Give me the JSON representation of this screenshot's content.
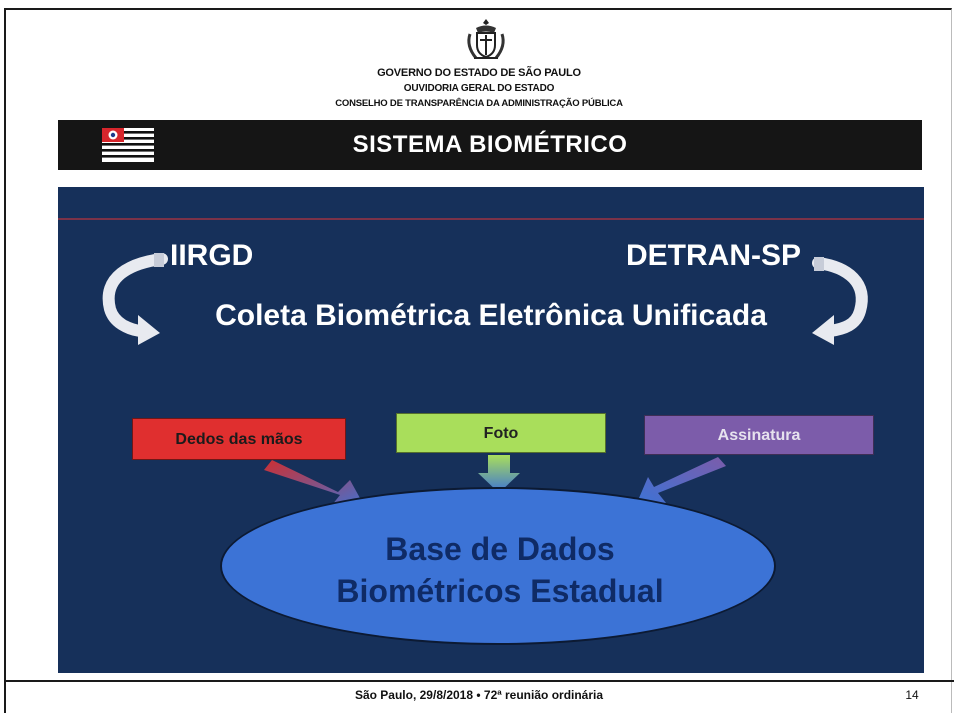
{
  "header": {
    "line1": "GOVERNO DO ESTADO DE SÃO PAULO",
    "line2": "OUVIDORIA GERAL DO ESTADO",
    "line3": "CONSELHO DE TRANSPARÊNCIA DA ADMINISTRAÇÃO PÚBLICA",
    "coat_of_arms_icon": "sao-paulo-coat-of-arms-icon"
  },
  "banner": {
    "title": "SISTEMA BIOMÉTRICO",
    "flag_icon": "sao-paulo-flag-icon"
  },
  "slide": {
    "left_label": "IIRGD",
    "right_label": "DETRAN-SP",
    "main_title": "Coleta Biométrica Eletrônica Unificada",
    "boxes": [
      {
        "label": "Dedos das mãos",
        "color": "#e02f2f"
      },
      {
        "label": "Foto",
        "color": "#a9de5b"
      },
      {
        "label": "Assinatura",
        "color": "#7c5caa"
      }
    ],
    "database": {
      "line1": "Base de Dados",
      "line2": "Biométricos Estadual",
      "color": "#3c73d6"
    },
    "background_color": "#16305a"
  },
  "footer": {
    "text": "São Paulo, 29/8/2018 • 72ª reunião ordinária",
    "page_number": "14"
  }
}
